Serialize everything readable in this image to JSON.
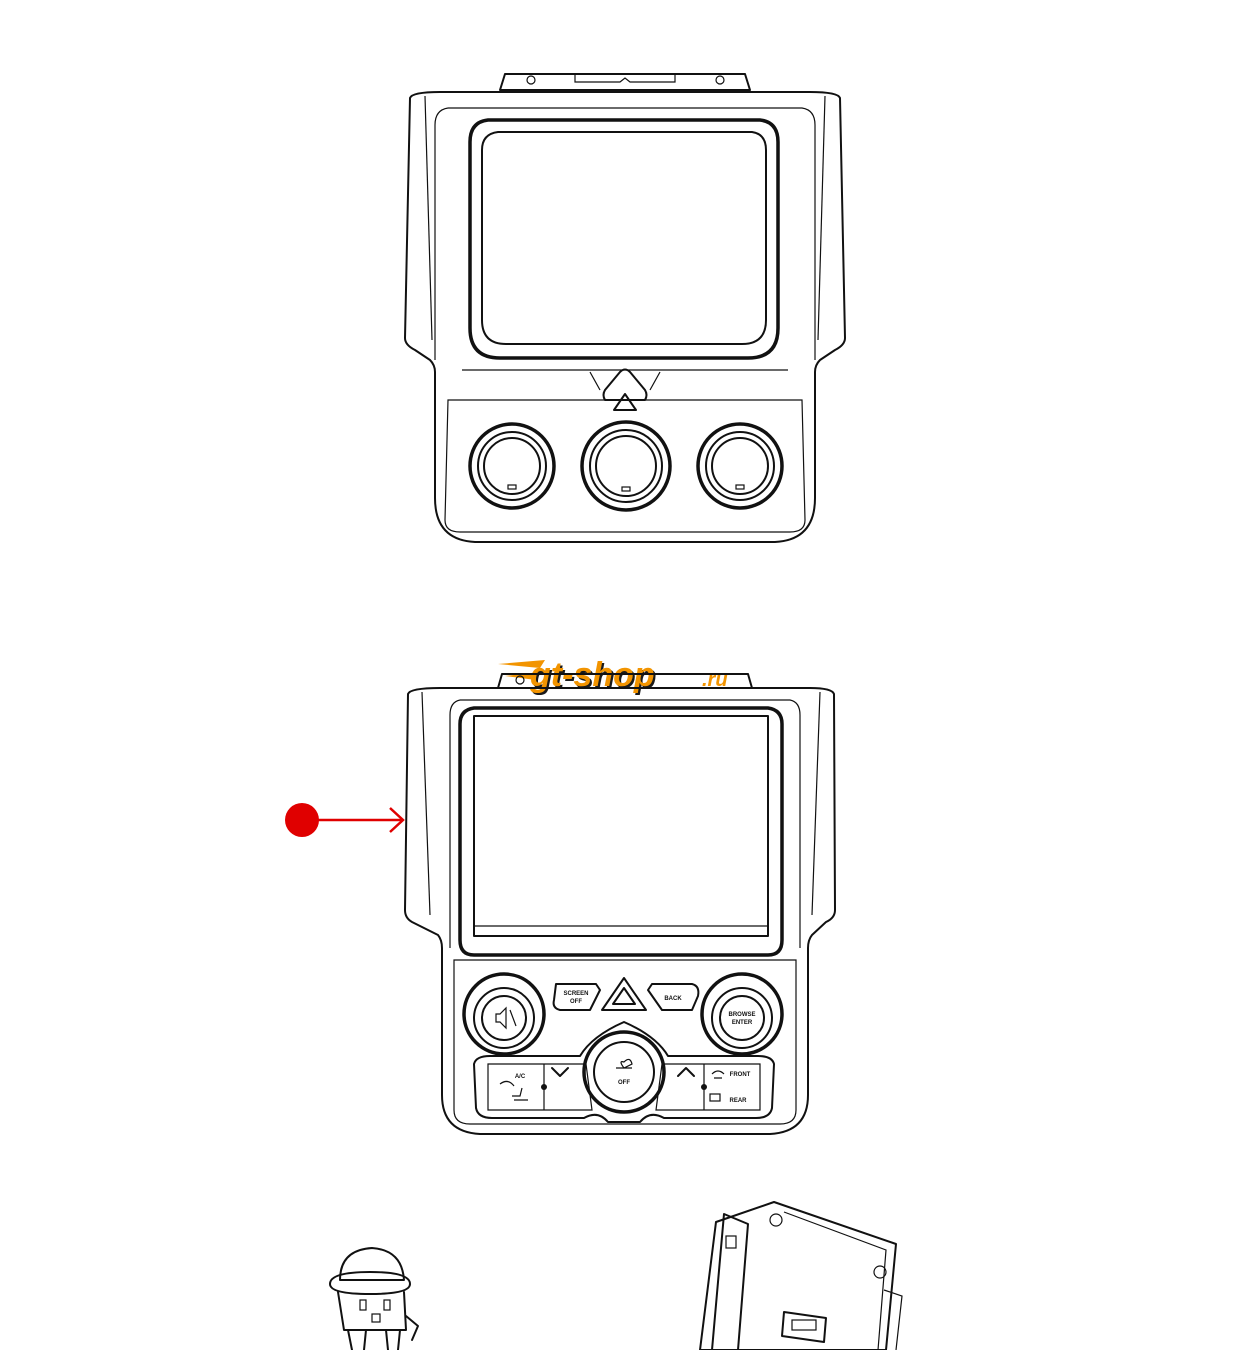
{
  "watermark": {
    "brand": "gt-shop",
    "suffix": ".ru",
    "primary_color": "#f29400",
    "shadow_color": "#1a1a1a"
  },
  "callout": {
    "color": "#e00000",
    "pointer_icon": "arrow-right-icon"
  },
  "lower_bezel_labels": {
    "screen_off": [
      "SCREEN",
      "OFF"
    ],
    "back": "BACK",
    "browse_enter": [
      "BROWSE",
      "ENTER"
    ],
    "ac": "A/C",
    "off": "OFF",
    "front": "FRONT",
    "rear": "REAR"
  },
  "line_color": "#111111",
  "background": "#ffffff"
}
